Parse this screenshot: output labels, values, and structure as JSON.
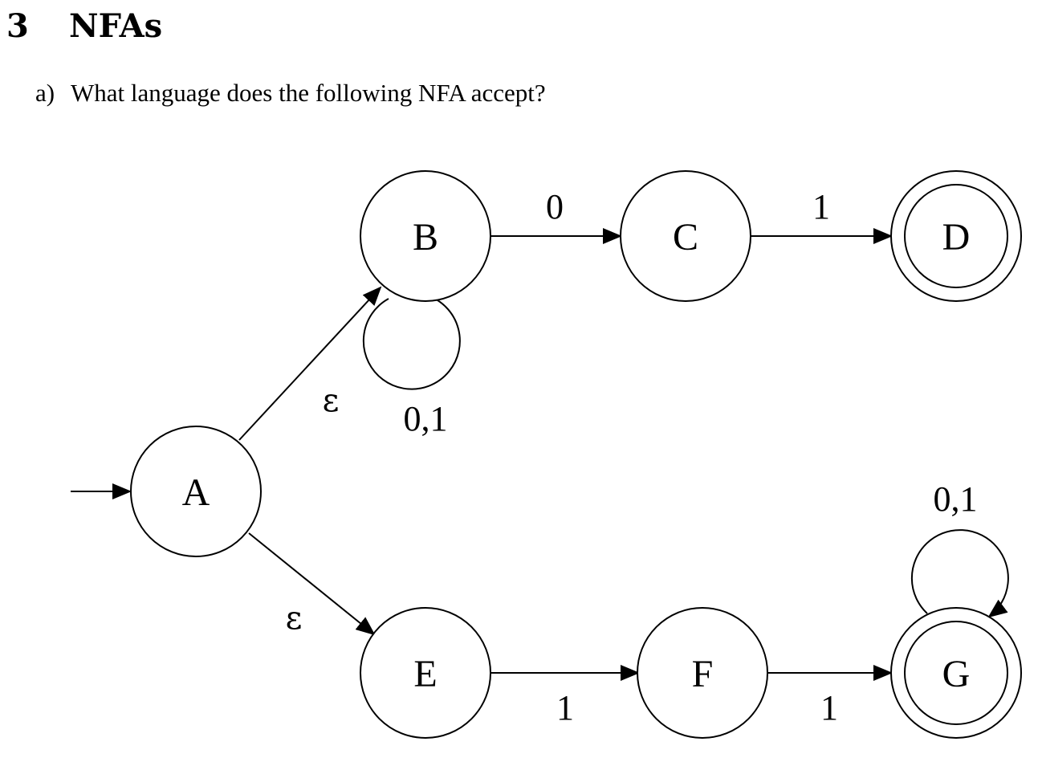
{
  "section": {
    "number": "3",
    "title": "NFAs"
  },
  "question": {
    "label": "a)",
    "text": "What language does the following NFA accept?"
  },
  "diagram": {
    "states": [
      {
        "id": "A",
        "label": "A",
        "accepting": false,
        "start": true
      },
      {
        "id": "B",
        "label": "B",
        "accepting": false,
        "start": false
      },
      {
        "id": "C",
        "label": "C",
        "accepting": false,
        "start": false
      },
      {
        "id": "D",
        "label": "D",
        "accepting": true,
        "start": false
      },
      {
        "id": "E",
        "label": "E",
        "accepting": false,
        "start": false
      },
      {
        "id": "F",
        "label": "F",
        "accepting": false,
        "start": false
      },
      {
        "id": "G",
        "label": "G",
        "accepting": true,
        "start": false
      }
    ],
    "transitions": [
      {
        "from": "A",
        "to": "B",
        "label": "ε"
      },
      {
        "from": "A",
        "to": "E",
        "label": "ε"
      },
      {
        "from": "B",
        "to": "B",
        "label": "0,1"
      },
      {
        "from": "B",
        "to": "C",
        "label": "0"
      },
      {
        "from": "C",
        "to": "D",
        "label": "1"
      },
      {
        "from": "E",
        "to": "F",
        "label": "1"
      },
      {
        "from": "F",
        "to": "G",
        "label": "1"
      },
      {
        "from": "G",
        "to": "G",
        "label": "0,1"
      }
    ]
  }
}
